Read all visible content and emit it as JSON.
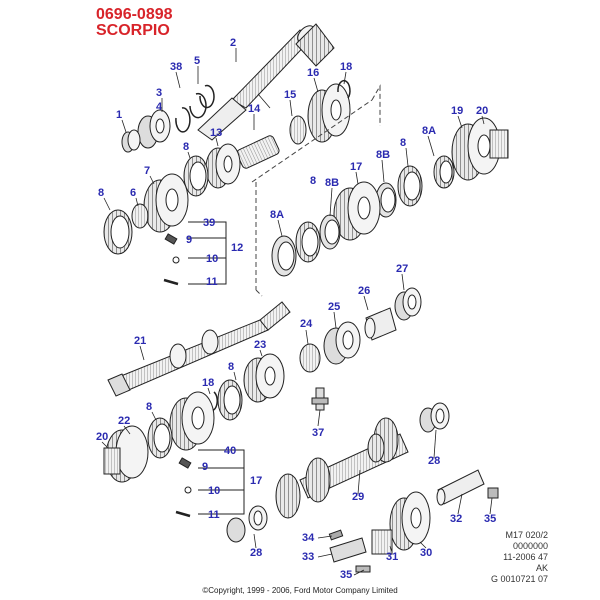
{
  "header": {
    "range": "0696-0898",
    "model": "SCORPIO"
  },
  "callouts": [
    {
      "id": "c-2",
      "text": "2"
    },
    {
      "id": "c-38",
      "text": "38"
    },
    {
      "id": "c-5",
      "text": "5"
    },
    {
      "id": "c-3",
      "text": "3"
    },
    {
      "id": "c-4",
      "text": "4"
    },
    {
      "id": "c-1",
      "text": "1"
    },
    {
      "id": "c-16",
      "text": "16"
    },
    {
      "id": "c-18a",
      "text": "18"
    },
    {
      "id": "c-14",
      "text": "14"
    },
    {
      "id": "c-15",
      "text": "15"
    },
    {
      "id": "c-13",
      "text": "13"
    },
    {
      "id": "c-8a",
      "text": "8"
    },
    {
      "id": "c-19",
      "text": "19"
    },
    {
      "id": "c-20a",
      "text": "20"
    },
    {
      "id": "c-8A-1",
      "text": "8A"
    },
    {
      "id": "c-8b",
      "text": "8"
    },
    {
      "id": "c-8B-1",
      "text": "8B"
    },
    {
      "id": "c-7",
      "text": "7"
    },
    {
      "id": "c-17a",
      "text": "17"
    },
    {
      "id": "c-8c",
      "text": "8"
    },
    {
      "id": "c-6",
      "text": "6"
    },
    {
      "id": "c-8B-2",
      "text": "8B"
    },
    {
      "id": "c-8d",
      "text": "8"
    },
    {
      "id": "c-8A-2",
      "text": "8A"
    },
    {
      "id": "c-39",
      "text": "39"
    },
    {
      "id": "c-9a",
      "text": "9"
    },
    {
      "id": "c-12",
      "text": "12"
    },
    {
      "id": "c-10a",
      "text": "10"
    },
    {
      "id": "c-11a",
      "text": "11"
    },
    {
      "id": "c-27",
      "text": "27"
    },
    {
      "id": "c-26",
      "text": "26"
    },
    {
      "id": "c-25",
      "text": "25"
    },
    {
      "id": "c-24",
      "text": "24"
    },
    {
      "id": "c-21",
      "text": "21"
    },
    {
      "id": "c-23",
      "text": "23"
    },
    {
      "id": "c-8e",
      "text": "8"
    },
    {
      "id": "c-18b",
      "text": "18"
    },
    {
      "id": "c-37",
      "text": "37"
    },
    {
      "id": "c-22",
      "text": "22"
    },
    {
      "id": "c-8f",
      "text": "8"
    },
    {
      "id": "c-20b",
      "text": "20"
    },
    {
      "id": "c-40",
      "text": "40"
    },
    {
      "id": "c-9b",
      "text": "9"
    },
    {
      "id": "c-17b",
      "text": "17"
    },
    {
      "id": "c-10b",
      "text": "10"
    },
    {
      "id": "c-11b",
      "text": "11"
    },
    {
      "id": "c-28a",
      "text": "28"
    },
    {
      "id": "c-29",
      "text": "29"
    },
    {
      "id": "c-32",
      "text": "32"
    },
    {
      "id": "c-35a",
      "text": "35"
    },
    {
      "id": "c-34",
      "text": "34"
    },
    {
      "id": "c-33",
      "text": "33"
    },
    {
      "id": "c-31",
      "text": "31"
    },
    {
      "id": "c-30",
      "text": "30"
    },
    {
      "id": "c-28b",
      "text": "28"
    },
    {
      "id": "c-35b",
      "text": "35"
    }
  ],
  "reference_block": {
    "line1": "M17 020/2",
    "line2": "0000000",
    "line3": "11-2006 47",
    "line4": "AK",
    "line5": "G 0010721 07"
  },
  "copyright": "©Copyright, 1999 - 2006, Ford Motor Company Limited"
}
